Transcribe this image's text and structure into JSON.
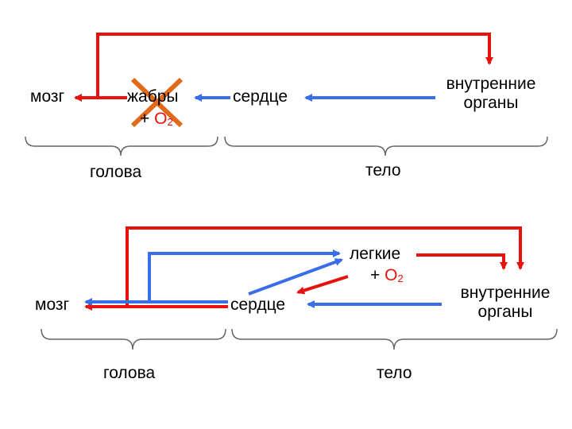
{
  "colors": {
    "red": "#e8120c",
    "blue": "#3a6ee8",
    "cross": "#e06a1a",
    "brace": "#666666",
    "text": "#000000"
  },
  "top": {
    "brain": "мозг",
    "gills": "жабры",
    "oxygen_plus": "+ ",
    "oxygen": "O",
    "oxygen_sub": "2",
    "heart": "сердце",
    "organs_line1": "внутренние",
    "organs_line2": "органы",
    "head": "голова",
    "body": "тело"
  },
  "bottom": {
    "brain": "мозг",
    "lungs": "легкие",
    "oxygen_plus": "+ ",
    "oxygen": "O",
    "oxygen_sub": "2",
    "heart": "сердце",
    "organs_line1": "внутренние",
    "organs_line2": "органы",
    "head": "голова",
    "body": "тело"
  }
}
